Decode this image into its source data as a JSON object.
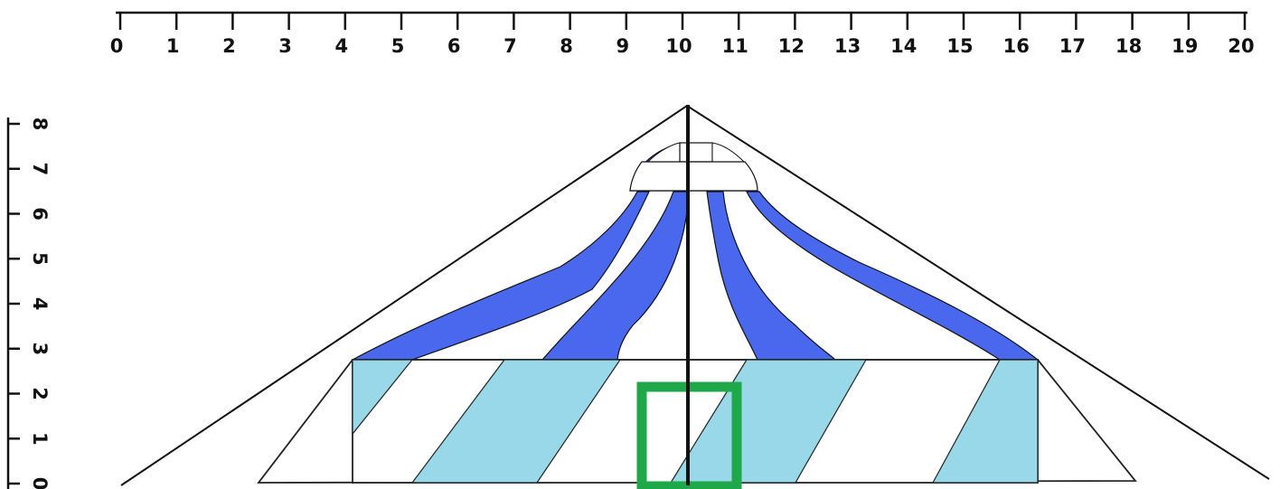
{
  "horizontal_ruler": {
    "labels": [
      "0",
      "1",
      "2",
      "3",
      "4",
      "5",
      "6",
      "7",
      "8",
      "9",
      "10",
      "11",
      "12",
      "13",
      "14",
      "15",
      "16",
      "17",
      "18",
      "19",
      "20"
    ]
  },
  "vertical_ruler": {
    "labels": [
      "0",
      "1",
      "2",
      "3",
      "4",
      "5",
      "6",
      "7",
      "8"
    ]
  },
  "colors": {
    "outline": "#111111",
    "roof_stripe": "#4a68ee",
    "wall_stripe": "#98d8e8",
    "door": "#1fa84a",
    "background": "#ffffff"
  }
}
